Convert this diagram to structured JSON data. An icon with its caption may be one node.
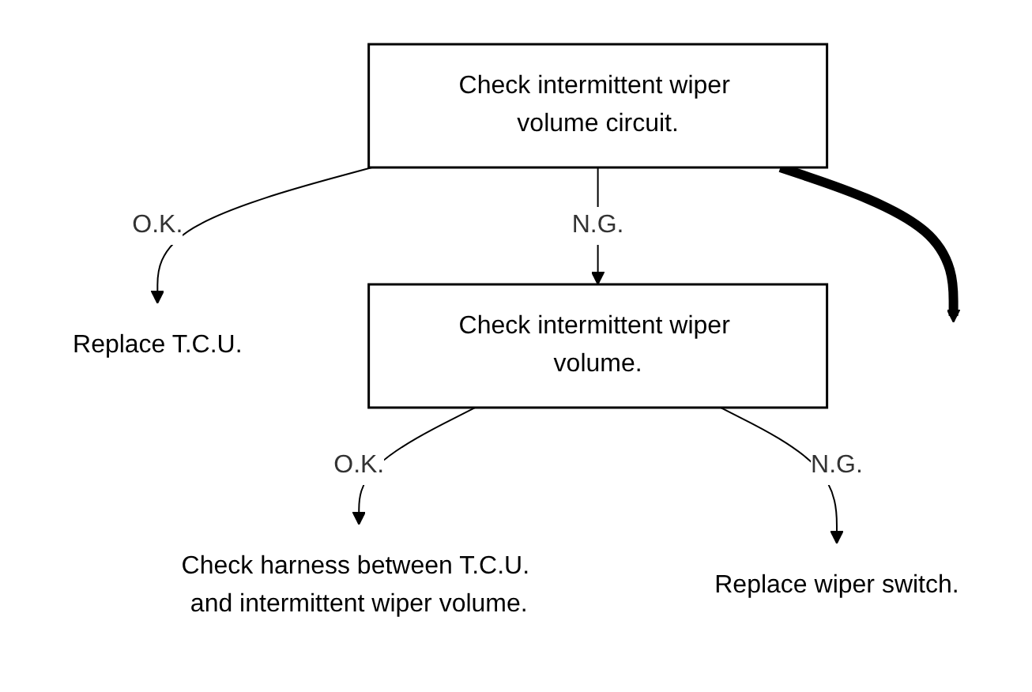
{
  "diagram": {
    "nodes": [
      {
        "text": [
          "Check intermittent wiper volume circuit."
        ]
      },
      {
        "text": [
          "Replace T.C.U."
        ]
      },
      {
        "text": [
          "Check intermittent wiper volume."
        ]
      },
      {
        "text": [
          "Check harness between T.C.U. and intermittent wiper volume."
        ]
      },
      {
        "text": [
          "Replace wiper switch."
        ]
      }
    ],
    "edges": [
      {
        "from": 0,
        "to": 1,
        "arrow": "to",
        "label": "O.K."
      },
      {
        "from": 0,
        "to": 2,
        "arrow": "to",
        "label": "N.G."
      },
      {
        "from": 2,
        "to": 3,
        "arrow": "to",
        "label": "O.K."
      },
      {
        "from": 2,
        "to": 4,
        "arrow": "to",
        "label": "N.G."
      },
      {
        "from": 0,
        "to": null,
        "arrow": "to",
        "style": "thick"
      }
    ]
  }
}
